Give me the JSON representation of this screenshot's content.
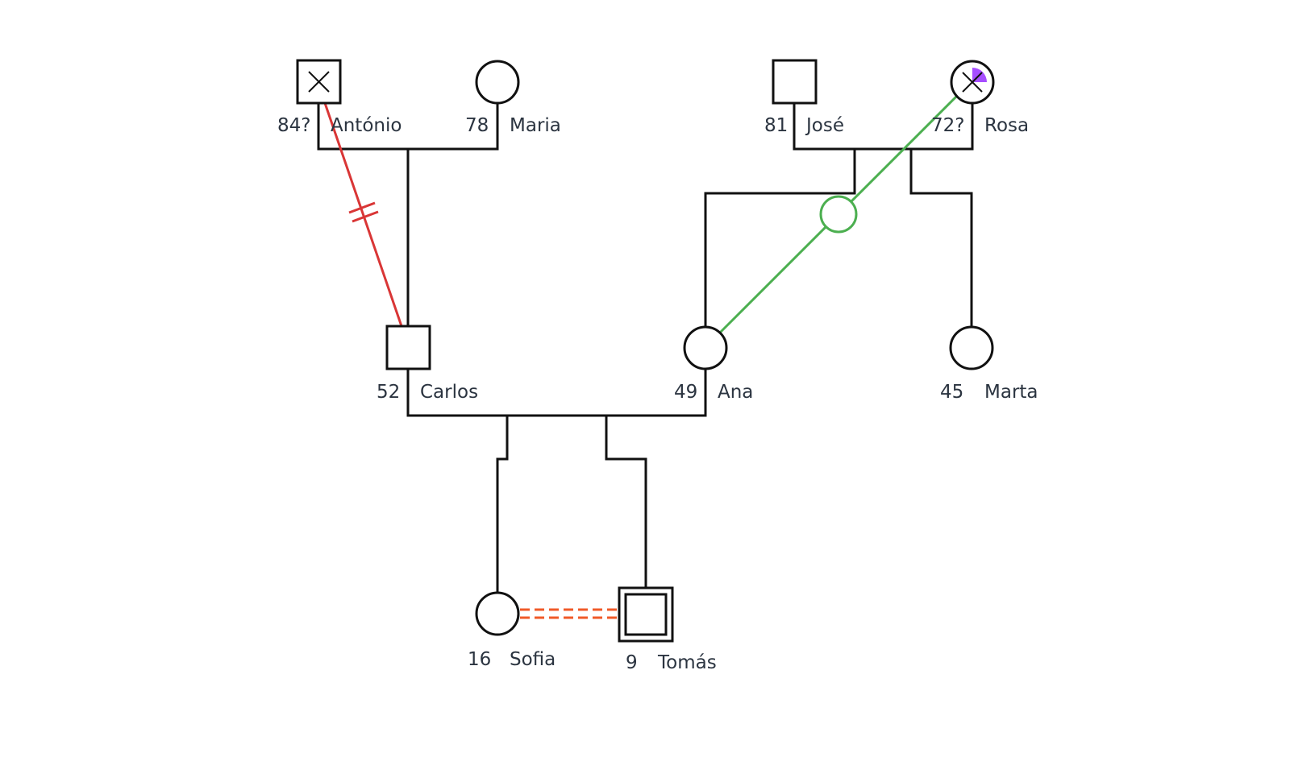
{
  "genogram": {
    "people": [
      {
        "id": "antonio",
        "name": "António",
        "age": "84?",
        "sex": "male",
        "deceased": true
      },
      {
        "id": "maria",
        "name": "Maria",
        "age": "78",
        "sex": "female",
        "deceased": false
      },
      {
        "id": "jose",
        "name": "José",
        "age": "81",
        "sex": "male",
        "deceased": false
      },
      {
        "id": "rosa",
        "name": "Rosa",
        "age": "72?",
        "sex": "female",
        "deceased": true,
        "condition_marker": "purple quarter"
      },
      {
        "id": "carlos",
        "name": "Carlos",
        "age": "52",
        "sex": "male",
        "deceased": false
      },
      {
        "id": "ana",
        "name": "Ana",
        "age": "49",
        "sex": "female",
        "deceased": false
      },
      {
        "id": "marta",
        "name": "Marta",
        "age": "45",
        "sex": "female",
        "deceased": false
      },
      {
        "id": "sofia",
        "name": "Sofia",
        "age": "16",
        "sex": "female",
        "deceased": false
      },
      {
        "id": "tomas",
        "name": "Tomás",
        "age": "9",
        "sex": "male",
        "deceased": false,
        "index_person": true
      }
    ],
    "relationships": [
      {
        "from": "antonio",
        "to": "carlos",
        "type": "cutoff",
        "color": "#d93636"
      },
      {
        "from": "rosa",
        "to": "ana",
        "type": "close",
        "color": "#4caf50"
      },
      {
        "from": "sofia",
        "to": "tomas",
        "type": "conflict",
        "color": "#f05a28"
      }
    ],
    "colors": {
      "line": "#111111",
      "label": "#2b3440",
      "condition": "#a64dff"
    }
  }
}
